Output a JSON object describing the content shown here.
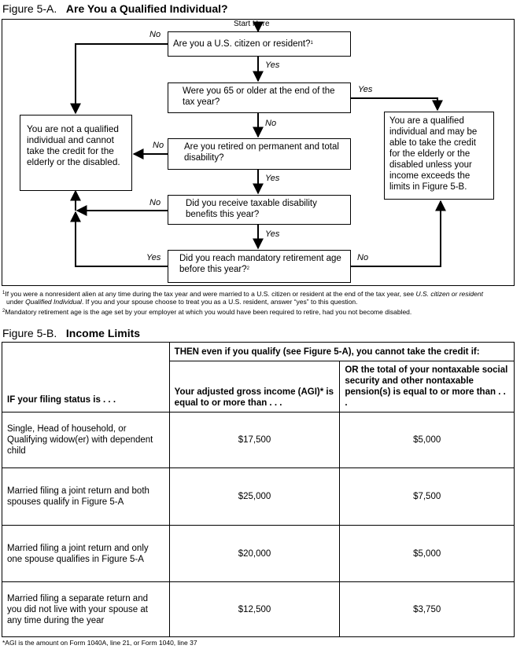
{
  "figure_a": {
    "number": "Figure 5-A.",
    "title": "Are You a Qualified Individual?",
    "start_label": "Start Here",
    "q1": "Are you a U.S. citizen or resident?",
    "q1_note": "1",
    "q2": "Were you 65 or older at the end of the tax year?",
    "q3": "Are you retired on permanent and total disability?",
    "q4": "Did you receive taxable disability benefits this year?",
    "q5": "Did you reach mandatory retirement age before this year?",
    "q5_note": "2",
    "not_qualified": "You are not a qualified individual and cannot take the credit for the elderly or the disabled.",
    "qualified": "You are a qualified individual and may be able to take the credit for the elderly or the disabled unless your income exceeds the limits in Figure 5-B.",
    "labels": {
      "no_q1": "No",
      "yes_q1": "Yes",
      "yes_q2": "Yes",
      "no_q2": "No",
      "no_q3": "No",
      "yes_q3": "Yes",
      "no_q4": "No",
      "yes_q4": "Yes",
      "yes_q5": "Yes",
      "no_q5": "No"
    },
    "footnotes": {
      "f1_mark": "1",
      "f1_line1_a": "If you were a nonresident alien at any time during the tax year and were married to a U.S. citizen or resident at the end of the tax year, see ",
      "f1_line1_b": "U.S. citizen or resident",
      "f1_line2_a": "under ",
      "f1_line2_b": "Qualified Individual",
      "f1_line2_c": ". If you and your spouse choose to treat you as a U.S. resident, answer “yes” to this question.",
      "f2_mark": "2",
      "f2": "Mandatory retirement age is the age set by your employer at which you would have been required to retire, had you not become disabled."
    }
  },
  "figure_b": {
    "number": "Figure 5-B.",
    "title": "Income Limits",
    "header_then": "THEN even if you qualify (see Figure 5-A), you cannot take the credit if:",
    "col_status": "IF your filing status is . . .",
    "col_agi": "Your adjusted gross income (AGI)* is equal to or more than . . .",
    "col_nontax": "OR the total of your nontaxable social security and other nontaxable pension(s) is equal to or more than . . .",
    "rows": [
      {
        "status": "Single, Head of household, or Qualifying widow(er) with dependent child",
        "agi": "$17,500",
        "nontax": "$5,000"
      },
      {
        "status": "Married filing a joint return and both spouses qualify in Figure 5-A",
        "agi": "$25,000",
        "nontax": "$7,500"
      },
      {
        "status": "Married filing a joint return and only one spouse qualifies in Figure 5-A",
        "agi": "$20,000",
        "nontax": "$5,000"
      },
      {
        "status": "Married filing a separate return and you did not live with your spouse at any time during the year",
        "agi": "$12,500",
        "nontax": "$3,750"
      }
    ],
    "footnote": "*AGI is the amount on Form 1040A, line 21, or Form 1040, line 37"
  }
}
